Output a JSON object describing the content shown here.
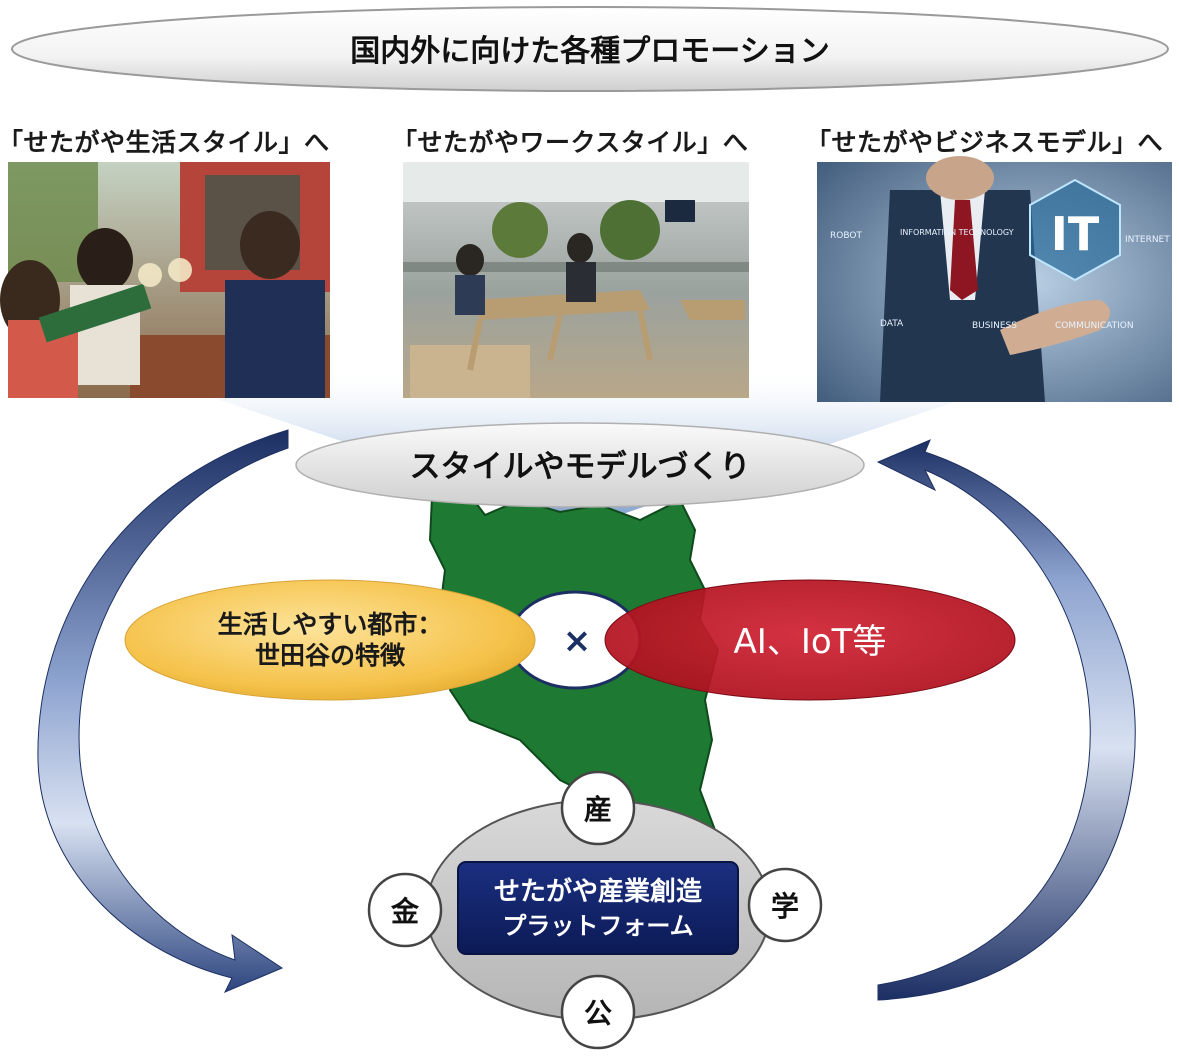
{
  "header": {
    "title": "国内外に向けた各種プロモーション"
  },
  "captions": [
    "「せたがや生活スタイル」へ",
    "「せたがやワークスタイル」へ",
    "「せたがやビジネスモデル」へ"
  ],
  "photos": {
    "business": {
      "it_label": "IT",
      "words": [
        "ROBOT",
        "INFORMATION TECHNOLOGY",
        "INTERNET",
        "DATA",
        "BUSINESS",
        "COMMUNICATION"
      ]
    }
  },
  "center_label": "スタイルやモデルづくり",
  "left_ellipse": {
    "line1": "生活しやすい都市：",
    "line2": "世田谷の特徴"
  },
  "cross_symbol": "×",
  "right_ellipse": "AI、IoT等",
  "platform": {
    "line1": "せたがや産業創造",
    "line2": "プラットフォーム"
  },
  "sectors": {
    "top": "産",
    "left": "金",
    "right": "学",
    "bottom": "公"
  },
  "colors": {
    "map_green": "#1e7a32",
    "left_ellipse": "#f5c24a",
    "right_ellipse": "#b0101e",
    "platform_navy": "#10226b",
    "arrow_navy": "#1c2f63"
  }
}
